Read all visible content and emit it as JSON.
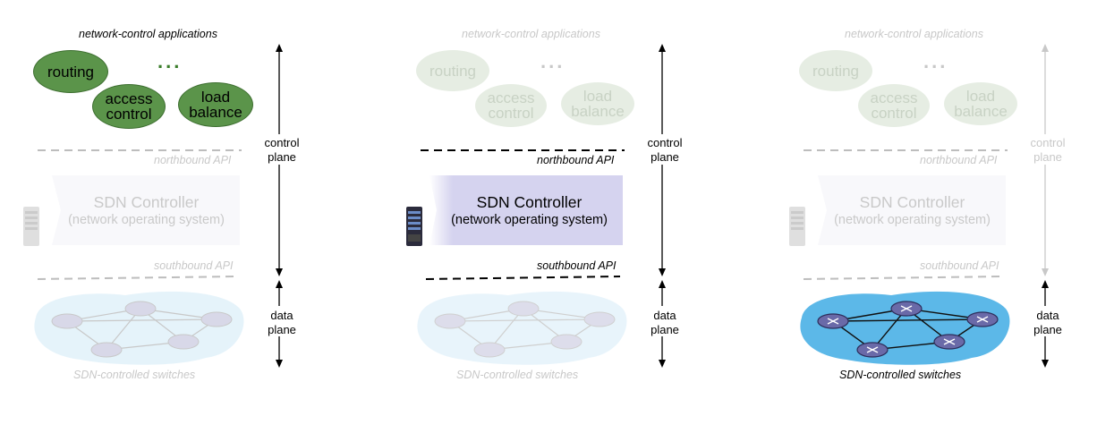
{
  "panels": [
    {
      "apps_title": "network-control applications",
      "apps": {
        "routing": "routing",
        "access_1": "access",
        "access_2": "control",
        "load_1": "load",
        "load_2": "balance",
        "dots": "..."
      },
      "northbound": "northbound API",
      "southbound": "southbound API",
      "controller_title": "SDN Controller",
      "controller_sub": "(network operating system)",
      "control_plane_1": "control",
      "control_plane_2": "plane",
      "data_plane_1": "data",
      "data_plane_2": "plane",
      "switches": "SDN-controlled switches"
    },
    {
      "apps_title": "network-control applications",
      "apps": {
        "routing": "routing",
        "access_1": "access",
        "access_2": "control",
        "load_1": "load",
        "load_2": "balance",
        "dots": "..."
      },
      "northbound": "northbound API",
      "southbound": "southbound API",
      "controller_title": "SDN Controller",
      "controller_sub": "(network operating system)",
      "control_plane_1": "control",
      "control_plane_2": "plane",
      "data_plane_1": "data",
      "data_plane_2": "plane",
      "switches": "SDN-controlled switches"
    },
    {
      "apps_title": "network-control applications",
      "apps": {
        "routing": "routing",
        "access_1": "access",
        "access_2": "control",
        "load_1": "load",
        "load_2": "balance",
        "dots": "..."
      },
      "northbound": "northbound API",
      "southbound": "southbound API",
      "controller_title": "SDN Controller",
      "controller_sub": "(network operating system)",
      "control_plane_1": "control",
      "control_plane_2": "plane",
      "data_plane_1": "data",
      "data_plane_2": "plane",
      "switches": "SDN-controlled switches"
    }
  ],
  "colors": {
    "app_green": "#5b944a",
    "controller_active": "#d5d3ef",
    "switch_cloud_active": "#5cb8e8",
    "router_active": "#6a6aa8",
    "faded_gray": "#c8c8c8"
  }
}
